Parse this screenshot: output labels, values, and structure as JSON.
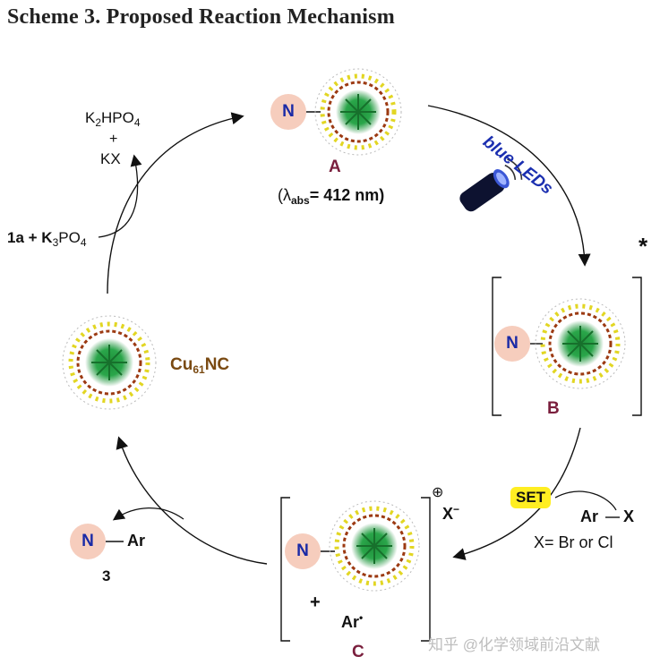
{
  "title": "Scheme 3. Proposed Reaction Mechanism",
  "labels": {
    "n": "N",
    "A": "A",
    "B": "B",
    "C": "C",
    "product_num": "3",
    "ar": "Ar",
    "ar_radical": "Ar",
    "arx": "Ar",
    "arx_x": "X",
    "plus": "+",
    "star": "*",
    "xminus": "X",
    "minus": "−",
    "oplus": "⊕",
    "lambda_prefix": "(λ",
    "lambda_sub": "abs",
    "lambda_value": "= 412 nm)",
    "blue_leds": "blue LEDs",
    "set": "SET",
    "halide_note": "X= Br or Cl",
    "cu_main": "Cu",
    "cu_sub": "61",
    "cu_tail": "NC",
    "k2hpo4_a": "K",
    "k2hpo4_b": "2",
    "k2hpo4_c": "HPO",
    "k2hpo4_d": "4",
    "kx": "KX",
    "reagent_a": "1a + K",
    "reagent_b": "3",
    "reagent_c": "PO",
    "reagent_d": "4",
    "watermark": "知乎 @化学领域前沿文献"
  },
  "colors": {
    "n_badge": "#f6cdbd",
    "n_text": "#1a2aa6",
    "label": "#7a1f3d",
    "cu_text": "#7a4a12",
    "set_highlight": "#ffee22",
    "led_text": "#1b2fb0"
  }
}
